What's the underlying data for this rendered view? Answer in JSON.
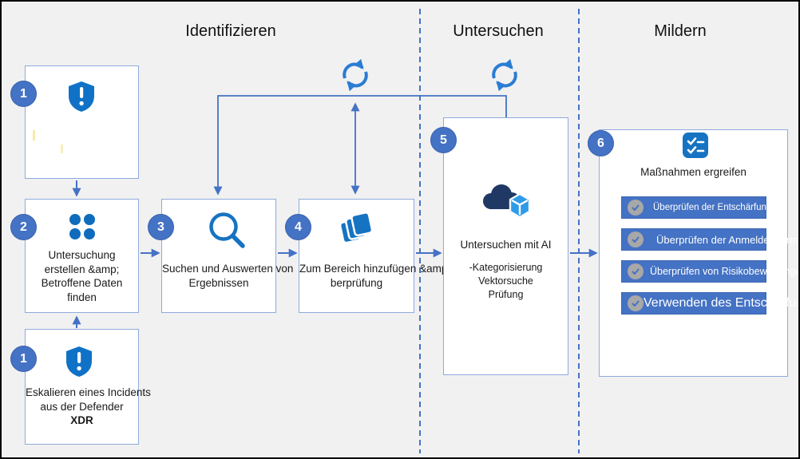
{
  "phases": [
    {
      "label": "Identifizieren"
    },
    {
      "label": "Untersuchen"
    },
    {
      "label": "Mildern"
    }
  ],
  "steps": {
    "incident_box": {
      "badge": "1"
    },
    "create_investigation": {
      "badge": "2",
      "lines": [
        "Untersuchung",
        "erstellen &amp;",
        "Betroffene Daten",
        "finden"
      ]
    },
    "escalate_incident": {
      "badge": "1",
      "lines": [
        "Eskalieren eines Incidents",
        "aus der Defender",
        "XDR"
      ]
    },
    "search_results": {
      "badge": "3",
      "lines": [
        "Suchen und Auswerten von",
        "Ergebnissen"
      ]
    },
    "add_to_scope": {
      "badge": "4",
      "lines": [
        "Zum Bereich hinzufügen &amp;",
        "berprüfung"
      ]
    },
    "investigate_ai": {
      "badge": "5",
      "title": "Untersuchen mit AI",
      "lines": [
        "-Kategorisierung",
        "Vektorsuche",
        "Prüfung"
      ]
    },
    "take_action": {
      "badge": "6",
      "title": "Maßnahmen ergreifen",
      "actions": [
        "Überprüfen der Entschärfung",
        "Überprüfen der Anmeldeinformationen",
        "Überprüfen von Risikobewertungen",
        "Verwenden des Entschärfungsplans"
      ]
    }
  },
  "colors": {
    "accent": "#4472C4",
    "icon_blue": "#1072C6",
    "cloud_navy": "#1F3864",
    "cube_blue": "#2E9BE6",
    "bar_blue": "#4472C4",
    "box_border": "#8FAADC",
    "background": "#F1F1F2"
  }
}
